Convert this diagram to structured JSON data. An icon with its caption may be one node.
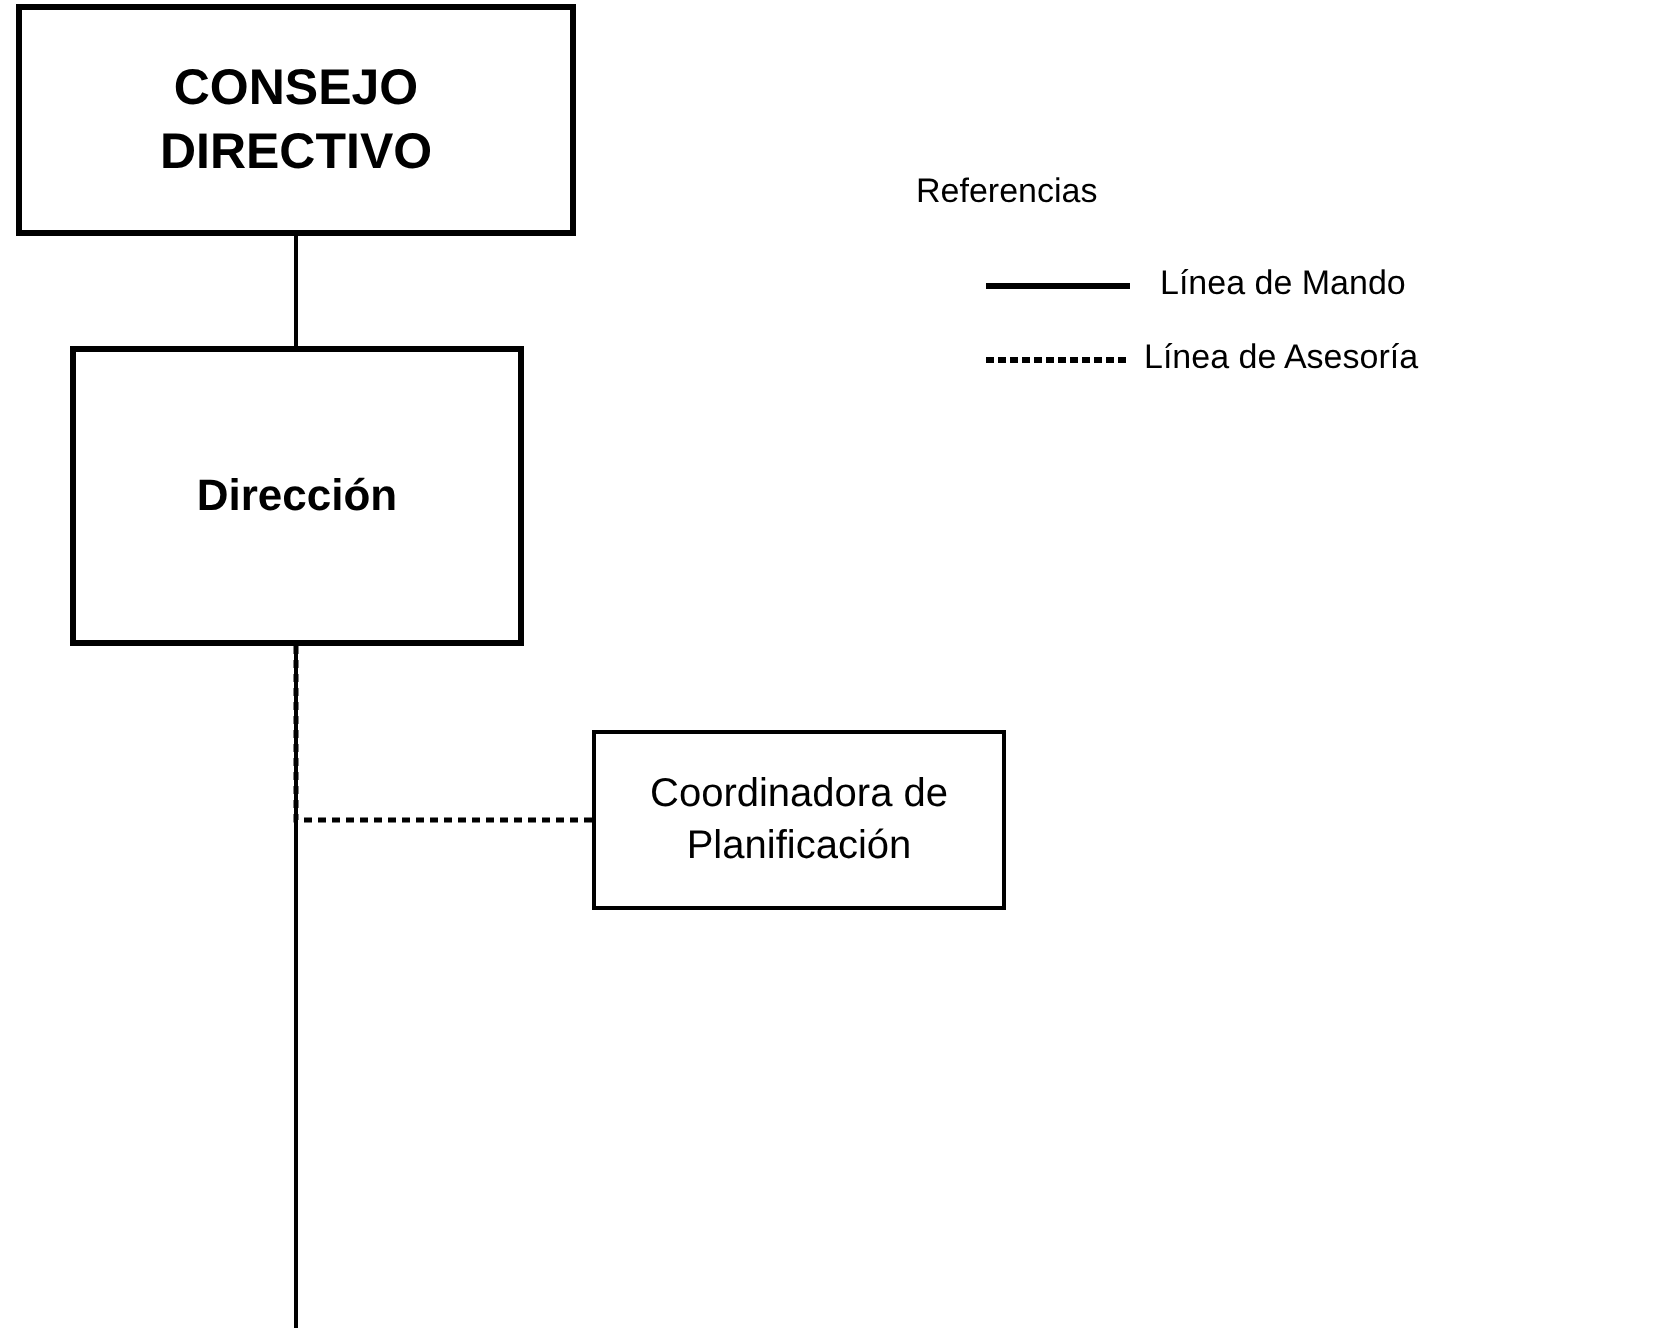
{
  "diagram": {
    "nodes": [
      {
        "text": [
          "CONSEJO DIRECTIVO"
        ]
      },
      {
        "text": [
          "Dirección"
        ]
      },
      {
        "text": [
          "Coordinadora de Planificación"
        ]
      }
    ],
    "edges": [
      {
        "from": 0,
        "to": 1,
        "arrow": "none"
      },
      {
        "from": 1,
        "to": 2,
        "arrow": "none",
        "style": "dashed"
      },
      {
        "from": 1,
        "to": null,
        "arrow": "none"
      }
    ],
    "labels": [
      "Referencias"
    ],
    "legend": [
      {
        "text": "Línea de Mando"
      },
      {
        "text": "Línea de Asesoría"
      }
    ]
  }
}
